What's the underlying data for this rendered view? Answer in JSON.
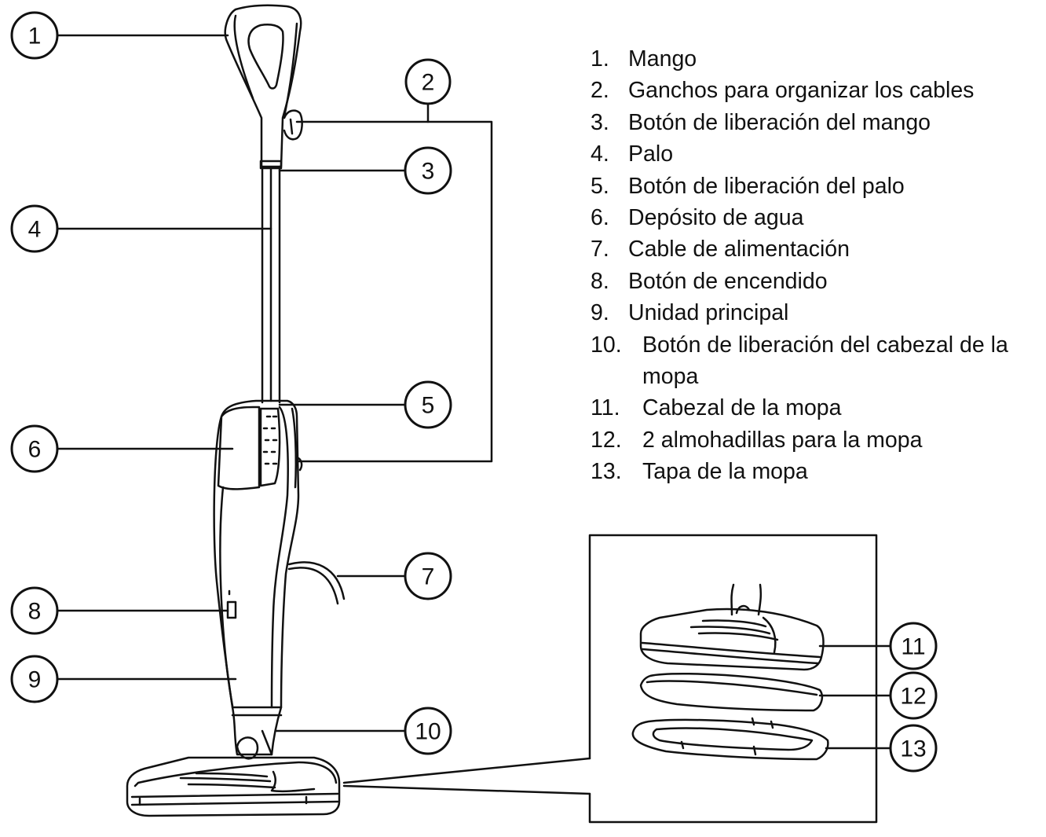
{
  "callouts": [
    "1",
    "2",
    "3",
    "4",
    "5",
    "6",
    "7",
    "8",
    "9",
    "10",
    "11",
    "12",
    "13"
  ],
  "parts": [
    {
      "num": "1.",
      "label": "Mango"
    },
    {
      "num": "2.",
      "label": "Ganchos para organizar los cables"
    },
    {
      "num": "3.",
      "label": "Botón de liberación del mango"
    },
    {
      "num": "4.",
      "label": "Palo"
    },
    {
      "num": "5.",
      "label": "Botón de liberación del palo"
    },
    {
      "num": "6.",
      "label": "Depósito de agua"
    },
    {
      "num": "7.",
      "label": "Cable de alimentación"
    },
    {
      "num": "8.",
      "label": "Botón de encendido"
    },
    {
      "num": "9.",
      "label": "Unidad principal"
    },
    {
      "num": "10.",
      "label": "Botón de liberación del cabezal de la mopa"
    },
    {
      "num": "11.",
      "label": "Cabezal de la mopa"
    },
    {
      "num": "12.",
      "label": "2 almohadillas para la mopa"
    },
    {
      "num": "13.",
      "label": "Tapa de la mopa"
    }
  ]
}
